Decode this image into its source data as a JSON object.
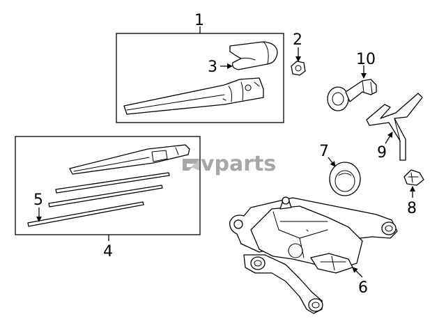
{
  "callouts": {
    "c1": "1",
    "c2": "2",
    "c3": "3",
    "c4": "4",
    "c5": "5",
    "c6": "6",
    "c7": "7",
    "c8": "8",
    "c9": "9",
    "c10": "10"
  },
  "watermark": {
    "text": "vparts",
    "logo_icon": "ev-logo-icon"
  }
}
